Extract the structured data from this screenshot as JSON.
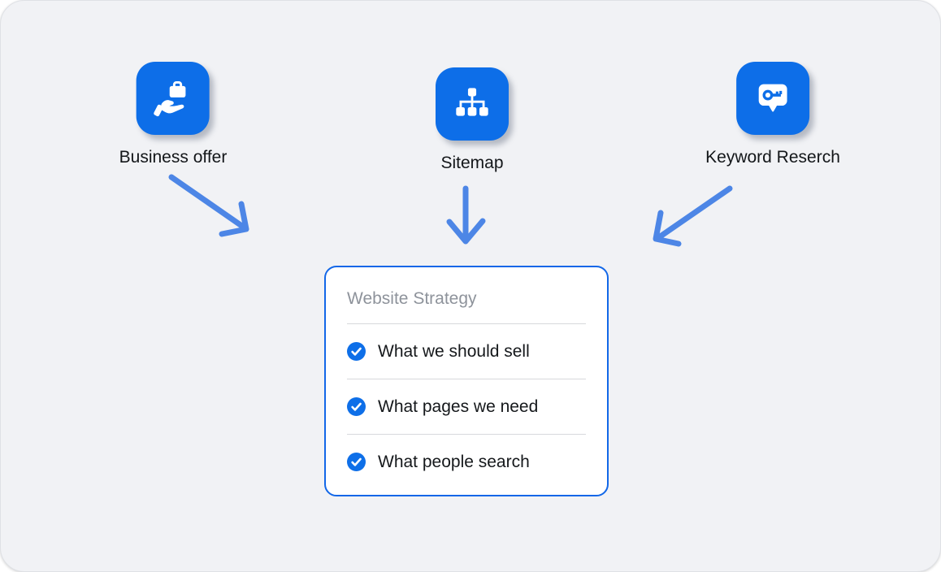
{
  "nodes": [
    {
      "label": "Business offer",
      "icon": "business-offer-hand-briefcase-icon"
    },
    {
      "label": "Sitemap",
      "icon": "sitemap-hierarchy-icon"
    },
    {
      "label": "Keyword Reserch",
      "icon": "keyword-research-key-bubble-icon"
    }
  ],
  "strategy_card": {
    "title": "Website Strategy",
    "items": [
      "What we should sell",
      "What pages we need",
      "What people search"
    ],
    "item_icon": "check-circle-icon"
  },
  "colors": {
    "panel_background": "#F1F2F5",
    "icon_blue": "#0D6EE8",
    "arrow_blue": "#4D86E6",
    "card_border_blue": "#1267E8",
    "check_blue": "#0E6FE8",
    "title_gray": "#8E939B",
    "text_dark": "#15181B",
    "divider_gray": "#D7D9DC"
  }
}
